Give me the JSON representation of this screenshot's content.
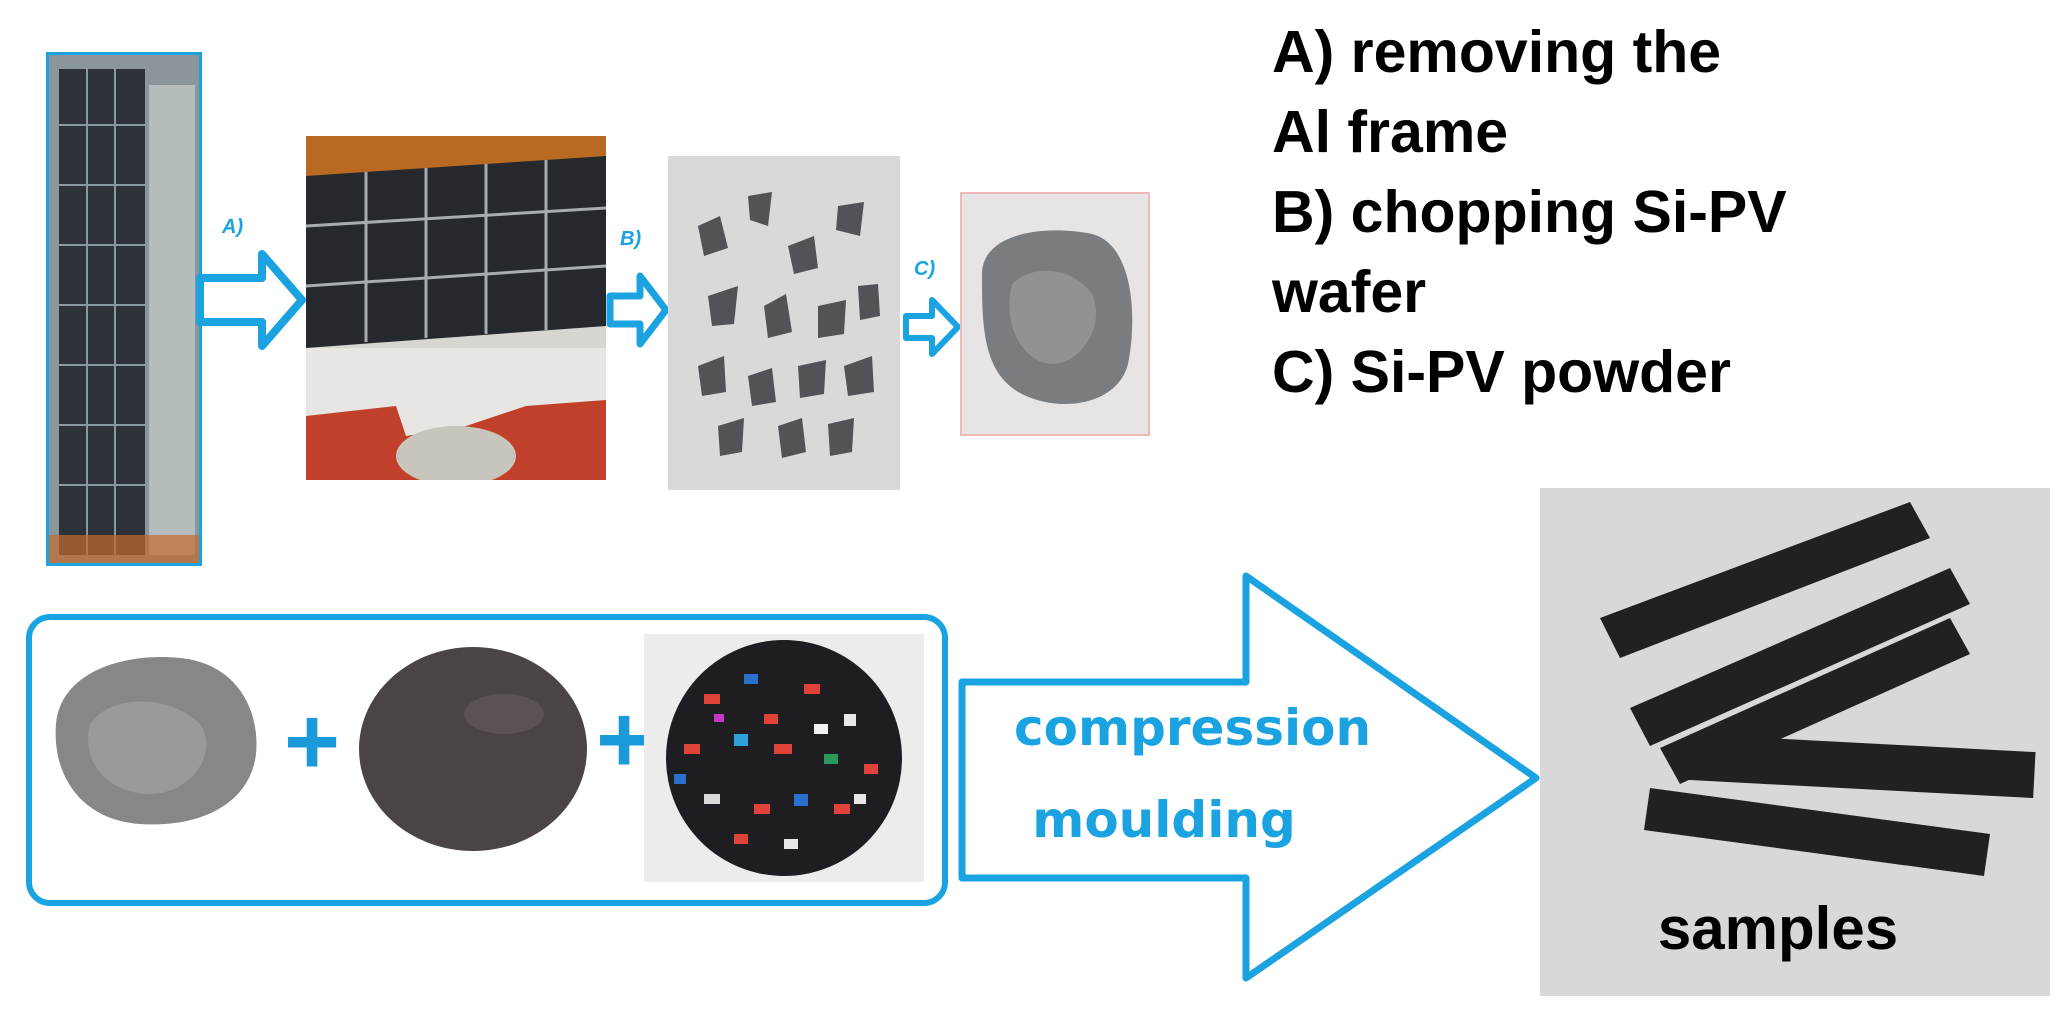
{
  "steps": {
    "a_line1": "A) removing the",
    "a_line2": "Al frame",
    "b_line1": "B) chopping Si-PV",
    "b_line2": "wafer",
    "c_line1": "C) Si-PV powder"
  },
  "arrow_labels": {
    "a": "A)",
    "b": "B)",
    "c": "C)"
  },
  "mix": {
    "plus_1": "+",
    "plus_2": "+"
  },
  "process": {
    "line1": "compression",
    "line2": "moulding"
  },
  "result": {
    "label": "samples"
  },
  "colors": {
    "accent_blue": "#1aa3e0",
    "text": "#000000"
  }
}
